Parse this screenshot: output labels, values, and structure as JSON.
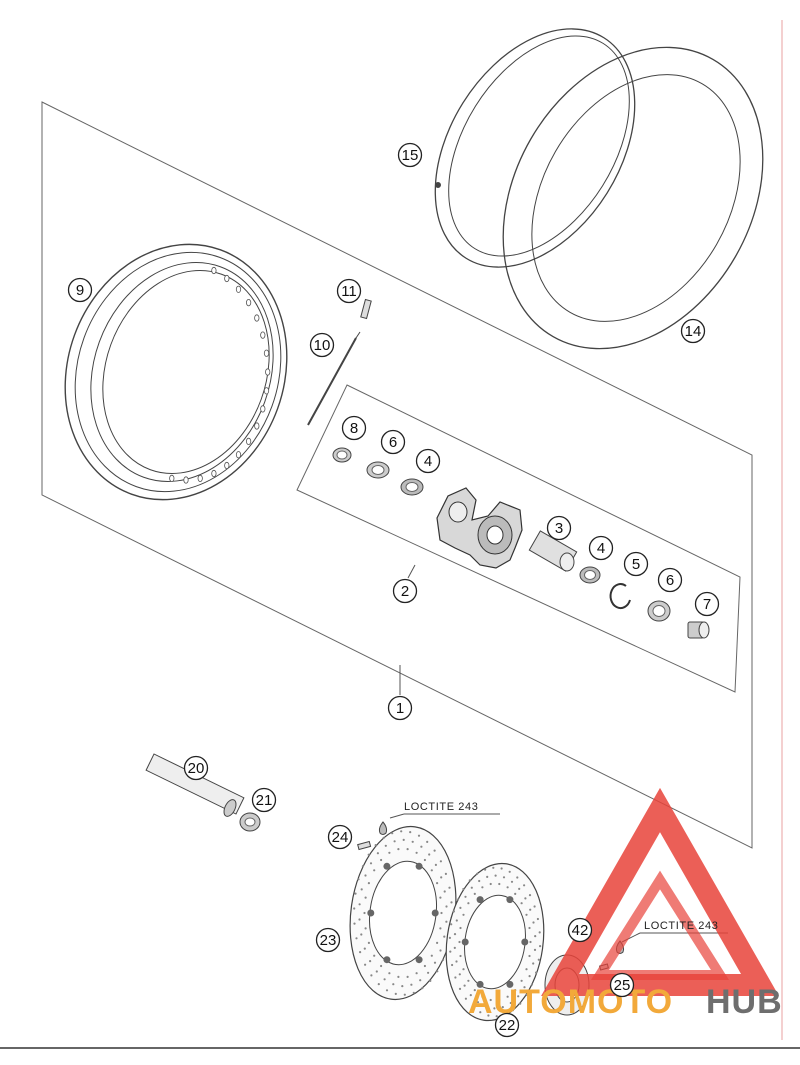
{
  "callouts": {
    "c1": "1",
    "c2": "2",
    "c3": "3",
    "c4a": "4",
    "c4b": "4",
    "c5": "5",
    "c6a": "6",
    "c6b": "6",
    "c7": "7",
    "c8": "8",
    "c9": "9",
    "c10": "10",
    "c11": "11",
    "c14": "14",
    "c15": "15",
    "c20": "20",
    "c21": "21",
    "c22": "22",
    "c23": "23",
    "c24": "24",
    "c25": "25",
    "c42": "42"
  },
  "notes": {
    "loctite_1": "LOCTITE 243",
    "loctite_2": "LOCTITE 243"
  },
  "watermark": {
    "part1": "AUTOMOTO",
    "part2": "HUB",
    "colors": {
      "triangle": "#e8433a",
      "text_primary": "#f2a93a",
      "text_secondary": "#6e6e6e"
    }
  }
}
